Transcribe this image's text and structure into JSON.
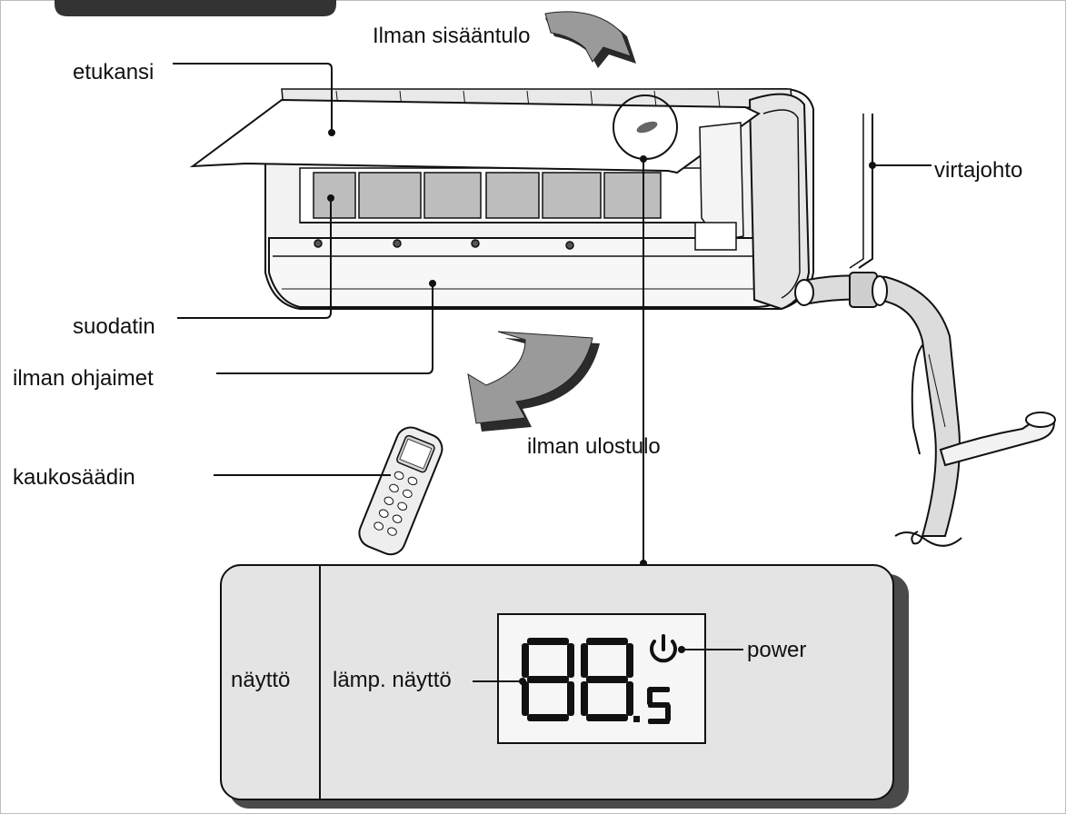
{
  "labels": {
    "air_inlet": "Ilman sisääntulo",
    "front_cover": "etukansi",
    "power_cord": "virtajohto",
    "filter": "suodatin",
    "air_guides": "ilman ohjaimet",
    "air_outlet": "ilman ulostulo",
    "remote": "kaukosäädin",
    "display": "näyttö",
    "temp_display": "lämp. näyttö",
    "power": "power"
  },
  "display_panel": {
    "digits": "88",
    "decimal": ".5"
  },
  "colors": {
    "line": "#111111",
    "panel_fill": "#e4e4e4",
    "panel_shadow": "#4a4a4a",
    "arrow_fill": "#9a9a9a",
    "arrow_shadow": "#2b2b2b",
    "unit_fill": "#f2f2f2",
    "filter_fill": "#bdbdbd",
    "pipe_fill": "#dcdcdc"
  },
  "icons": {
    "power": "power-icon",
    "inlet_arrow": "curved-arrow-down-icon",
    "outlet_arrow": "curved-arrow-down-left-icon"
  }
}
